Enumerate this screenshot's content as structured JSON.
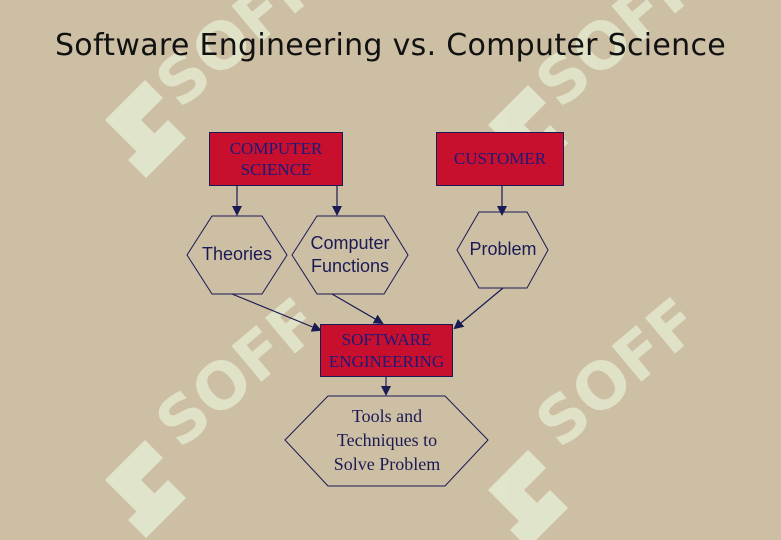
{
  "title": "Software Engineering vs. Computer Science",
  "nodes": {
    "computer_science": "COMPUTER SCIENCE",
    "customer": "CUSTOMER",
    "theories": "Theories",
    "computer_functions": "Computer Functions",
    "problem": "Problem",
    "software_engineering": "SOFTWARE ENGINEERING",
    "tools": "Tools and Techniques to Solve Problem"
  },
  "watermark": {
    "text": "SOFF"
  },
  "colors": {
    "background": "#cdbfa4",
    "box_fill": "#c8102e",
    "box_text": "#1a1a7a",
    "line": "#1a1a55",
    "watermark": "#e7ecd6"
  }
}
